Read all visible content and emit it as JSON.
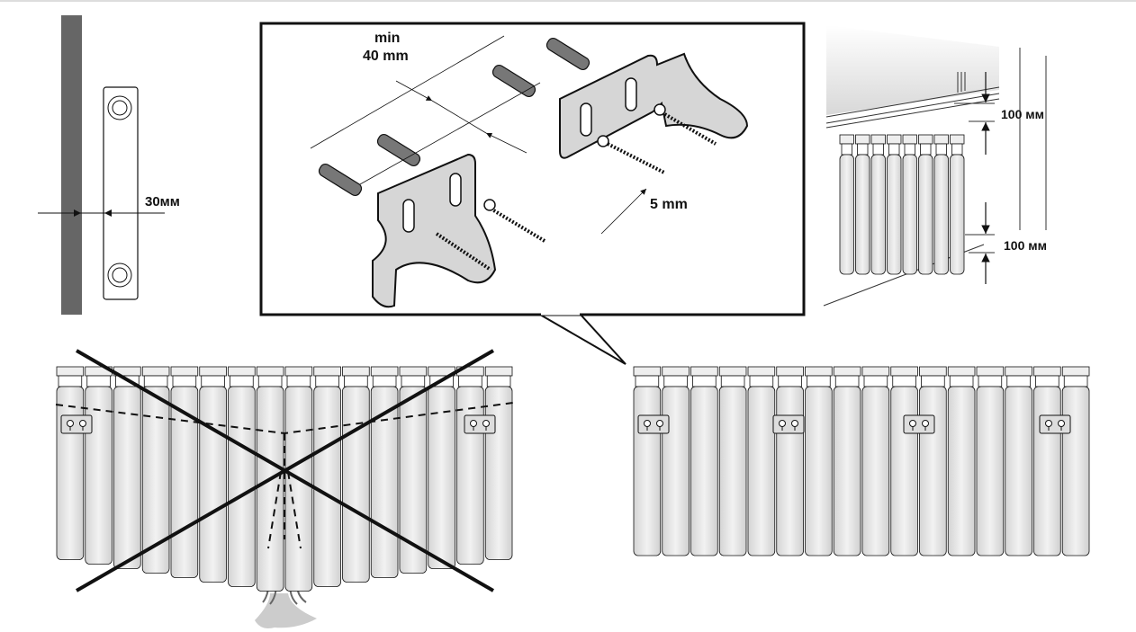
{
  "labels": {
    "wall_gap": "30мм",
    "min_label": "min",
    "spacing": "40 mm",
    "screw_diameter": "5 mm",
    "top_clearance": "100 мм",
    "bottom_clearance": "100 мм"
  },
  "radiators": {
    "wrong_sections": 16,
    "correct_sections": 16,
    "correct_bracket_count": 4,
    "wall_view_sections": 8
  },
  "colors": {
    "wall": "#666666",
    "section_fill": "#e6e6e6",
    "line": "#111111"
  }
}
